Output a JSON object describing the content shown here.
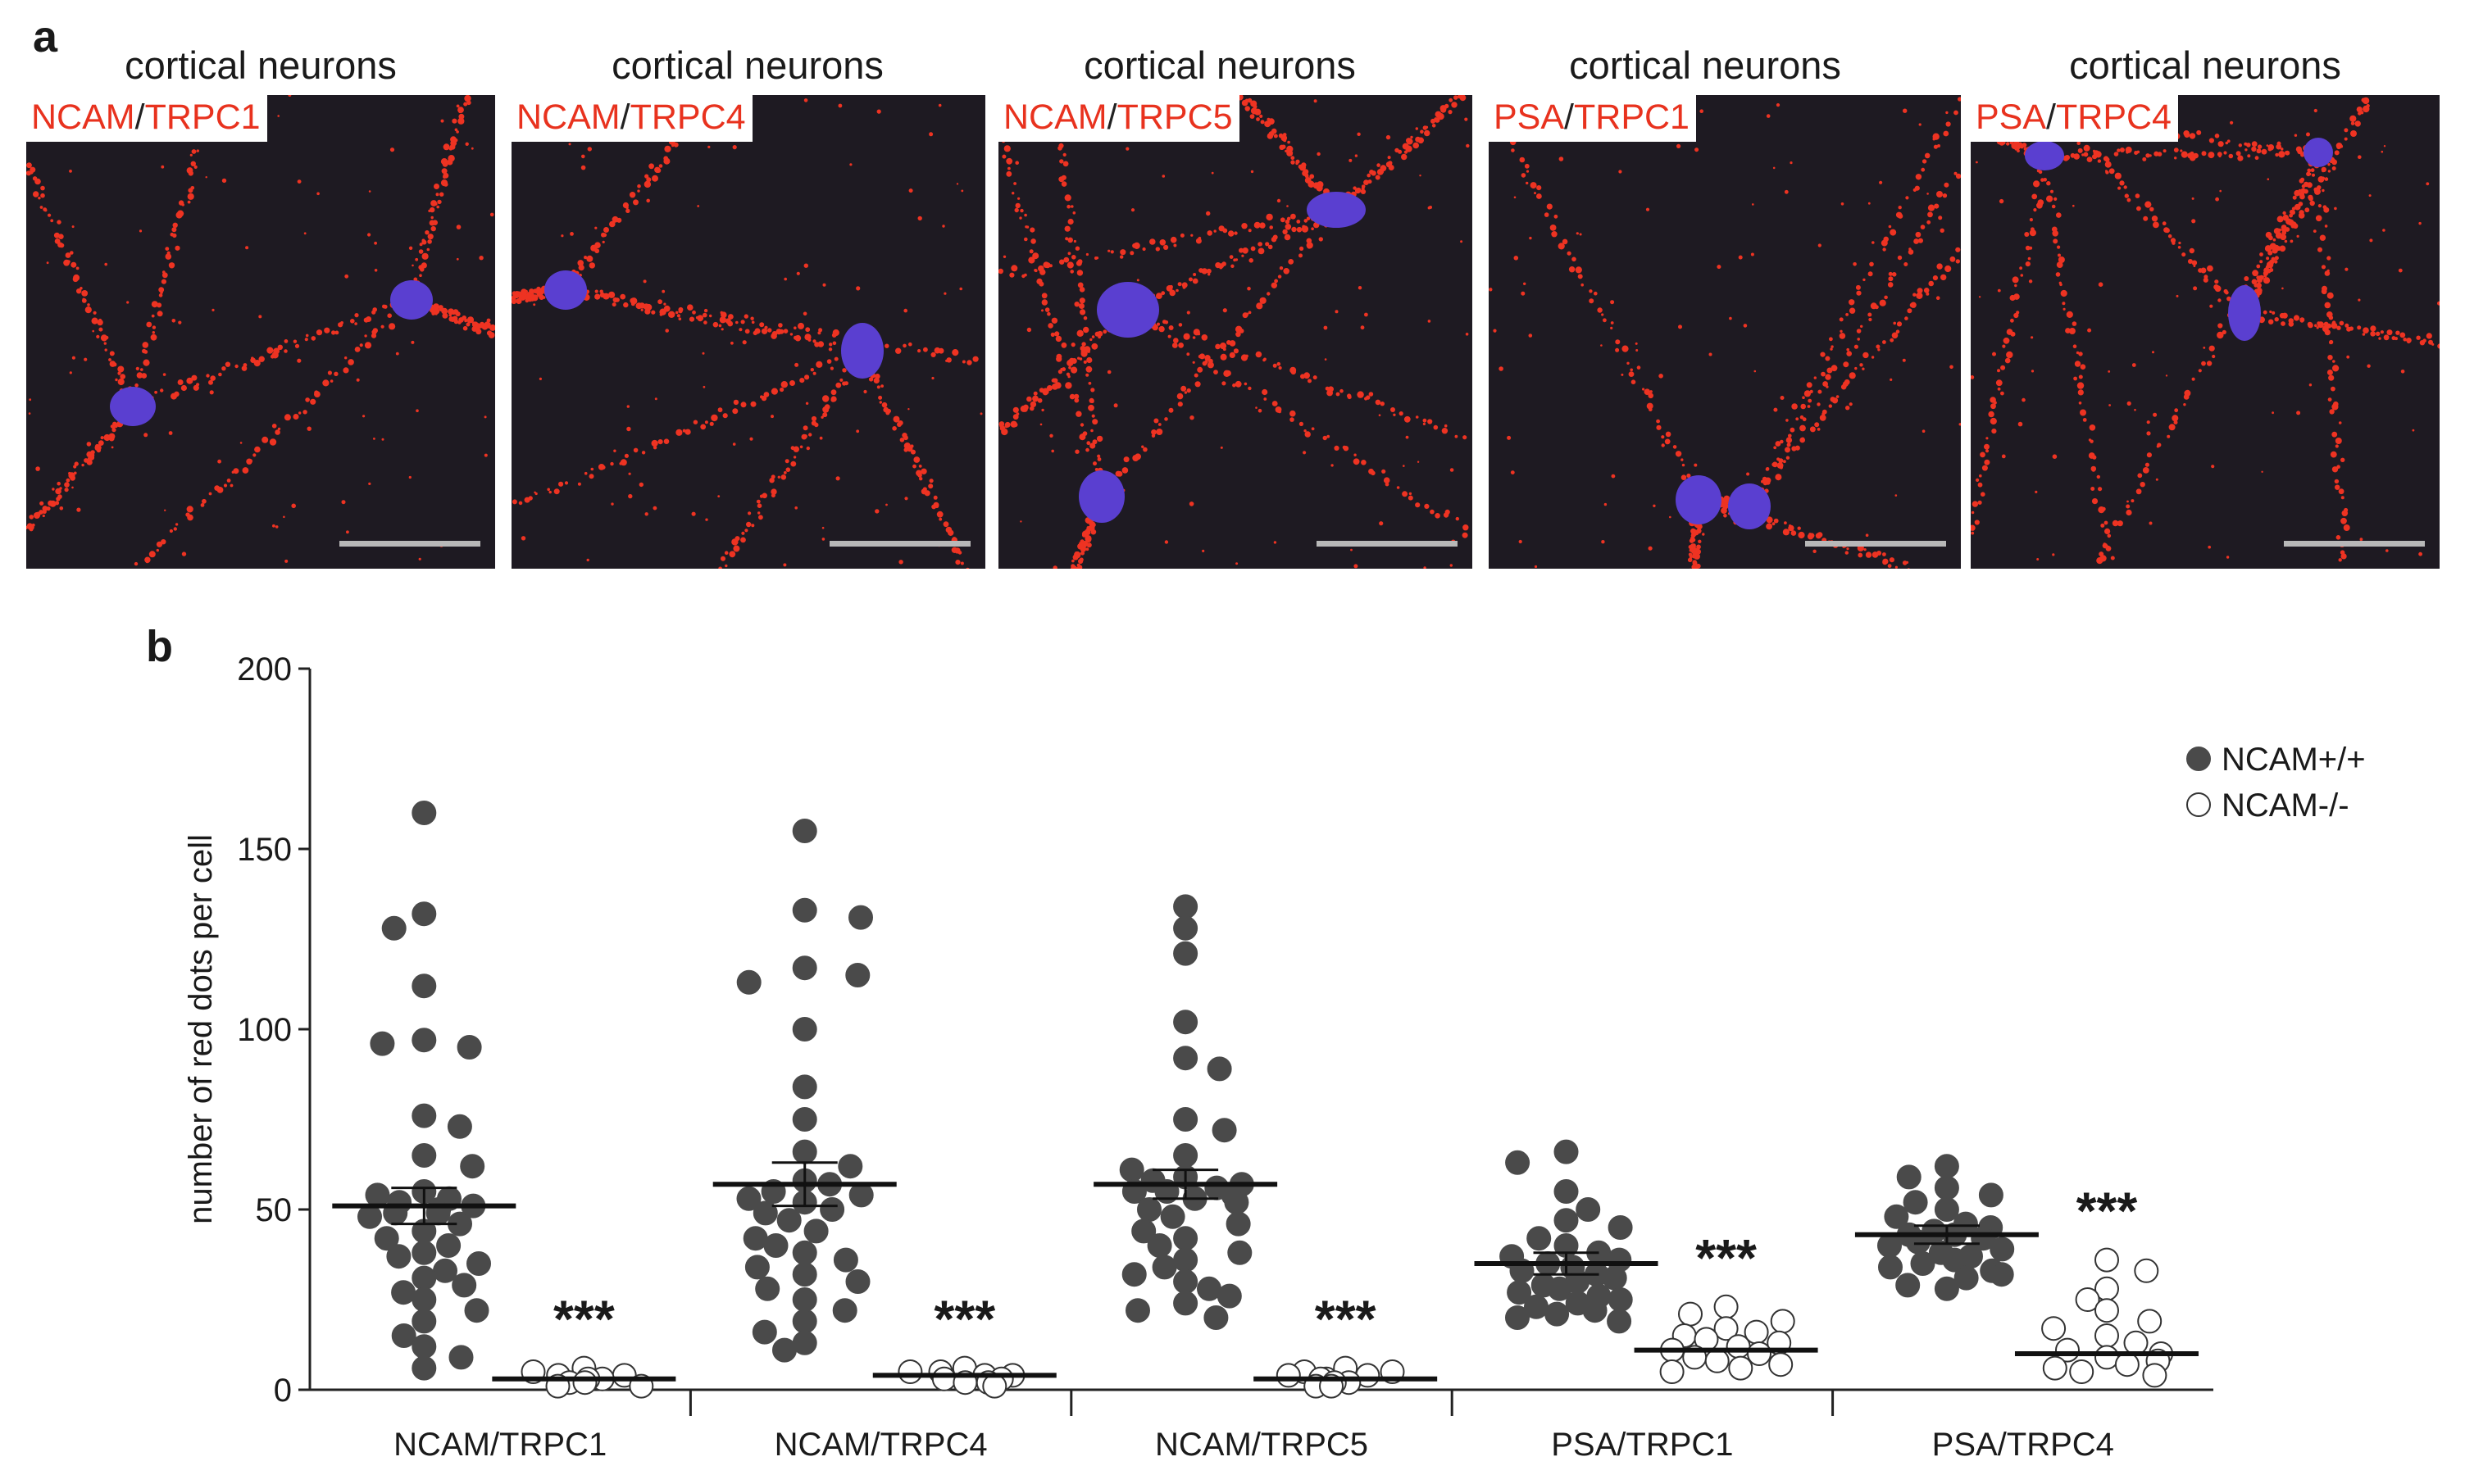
{
  "panel_a": {
    "letter": "a",
    "panels": [
      {
        "title": "cortical neurons",
        "label_first": "NCAM",
        "label_sep": "/",
        "label_second": "TRPC1"
      },
      {
        "title": "cortical neurons",
        "label_first": "NCAM",
        "label_sep": "/",
        "label_second": "TRPC4"
      },
      {
        "title": "cortical neurons",
        "label_first": "NCAM",
        "label_sep": "/",
        "label_second": "TRPC5"
      },
      {
        "title": "cortical neurons",
        "label_first": "PSA",
        "label_sep": "/",
        "label_second": "TRPC1"
      },
      {
        "title": "cortical neurons",
        "label_first": "PSA",
        "label_sep": "/",
        "label_second": "TRPC4"
      }
    ]
  },
  "panel_b": {
    "letter": "b"
  },
  "colors": {
    "image_background": "#1e1a22",
    "label_red": "#e8321e",
    "dots_red": "#ee3322",
    "nuclei_blue": "#5a3fd0",
    "filled_marker": "#4a4a4a",
    "scalebar": "#b8b8b8"
  },
  "chart_data": {
    "type": "scatter",
    "ylabel": "number of red dots per cell",
    "xlabel": "",
    "ylim": [
      0,
      200
    ],
    "yticks": [
      0,
      50,
      100,
      150,
      200
    ],
    "categories": [
      "NCAM/TRPC1",
      "NCAM/TRPC4",
      "NCAM/TRPC5",
      "PSA/TRPC1",
      "PSA/TRPC4"
    ],
    "legend": {
      "placement": "top-right"
    },
    "significance_label": "***",
    "series": [
      {
        "name": "NCAM+/+",
        "marker": "filled",
        "mean": [
          51,
          57,
          57,
          35,
          43
        ],
        "sem": [
          5,
          6,
          4,
          3,
          2.5
        ],
        "values": [
          [
            160,
            132,
            128,
            112,
            97,
            96,
            95,
            76,
            73,
            65,
            62,
            55,
            54,
            53,
            52,
            51,
            50,
            49,
            49,
            48,
            46,
            44,
            42,
            40,
            38,
            37,
            35,
            33,
            31,
            29,
            27,
            25,
            22,
            19,
            15,
            12,
            9,
            6
          ],
          [
            155,
            133,
            131,
            117,
            115,
            113,
            100,
            84,
            75,
            66,
            62,
            58,
            57,
            55,
            54,
            53,
            52,
            50,
            49,
            47,
            44,
            42,
            40,
            38,
            36,
            34,
            32,
            30,
            28,
            25,
            22,
            19,
            16,
            13,
            11
          ],
          [
            134,
            128,
            121,
            102,
            92,
            89,
            75,
            72,
            65,
            61,
            59,
            58,
            57,
            56,
            55,
            55,
            54,
            53,
            52,
            50,
            48,
            46,
            44,
            42,
            40,
            38,
            36,
            34,
            32,
            30,
            28,
            26,
            24,
            22,
            20
          ],
          [
            66,
            63,
            55,
            50,
            47,
            45,
            42,
            40,
            38,
            37,
            36,
            35,
            34,
            33,
            32,
            31,
            30,
            29,
            28,
            27,
            26,
            25,
            24,
            23,
            22,
            21,
            20,
            19
          ],
          [
            62,
            59,
            56,
            54,
            52,
            50,
            48,
            46,
            45,
            44,
            43,
            43,
            42,
            41,
            40,
            39,
            38,
            37,
            36,
            35,
            34,
            33,
            32,
            31,
            29,
            28
          ]
        ]
      },
      {
        "name": "NCAM-/-",
        "marker": "open",
        "mean": [
          3,
          4,
          3,
          11,
          10
        ],
        "sem": [
          0.4,
          0.4,
          0.4,
          1,
          1.5
        ],
        "values": [
          [
            6,
            5,
            4,
            4,
            3,
            3,
            2,
            2,
            1,
            1
          ],
          [
            6,
            5,
            5,
            4,
            4,
            3,
            3,
            2,
            2,
            1
          ],
          [
            6,
            5,
            5,
            4,
            4,
            3,
            3,
            2,
            2,
            1,
            1
          ],
          [
            23,
            21,
            19,
            17,
            16,
            15,
            14,
            13,
            12,
            11,
            10,
            9,
            8,
            7,
            6,
            5
          ],
          [
            36,
            33,
            28,
            25,
            22,
            19,
            17,
            15,
            13,
            11,
            10,
            9,
            8,
            7,
            6,
            5,
            4
          ]
        ]
      }
    ]
  }
}
